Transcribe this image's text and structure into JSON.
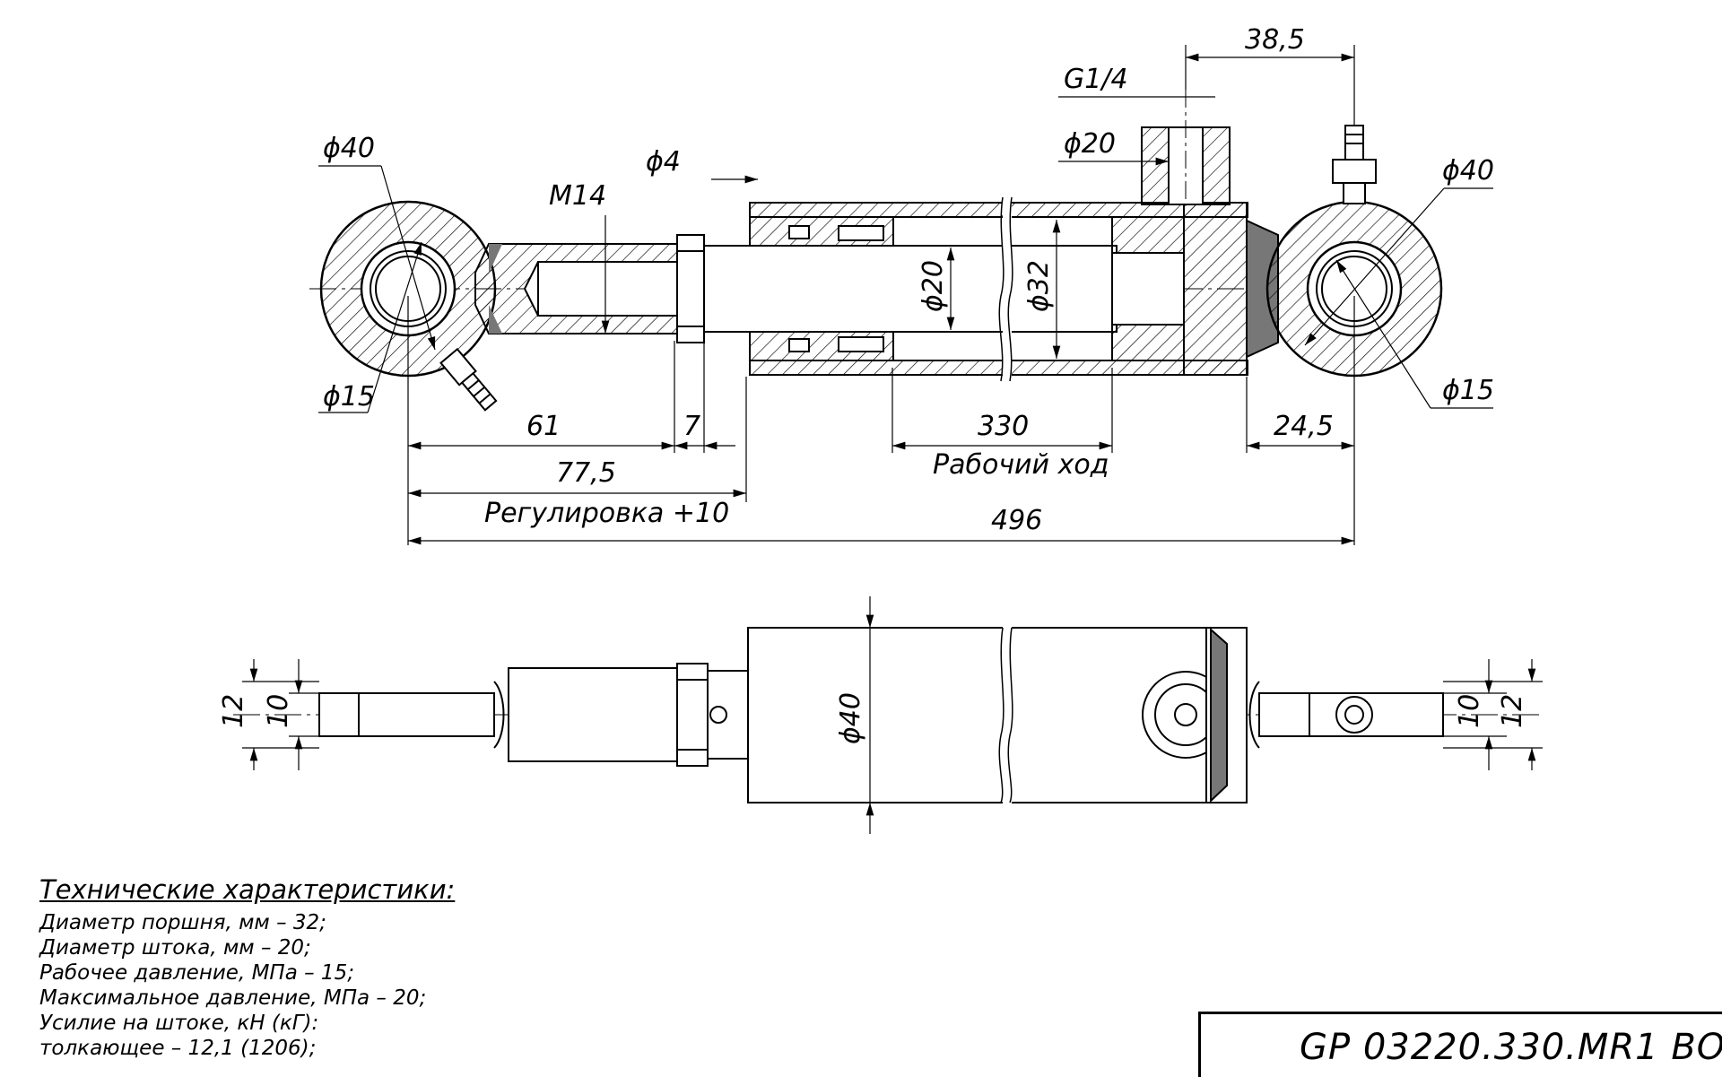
{
  "dimensions": {
    "d40_left": "ϕ40",
    "d15_left": "ϕ15",
    "m14": "M14",
    "d4": "ϕ4",
    "g14": "G1/4",
    "d20_port": "ϕ20",
    "d38_5": "38,5",
    "d40_right": "ϕ40",
    "d15_right": "ϕ15",
    "d20_rod": "ϕ20",
    "d32_bore": "ϕ32",
    "len61": "61",
    "len7": "7",
    "len330": "330",
    "len24_5": "24,5",
    "len77_5": "77,5",
    "len496": "496",
    "label_stroke": "Рабочий ход",
    "label_adjust": "Регулировка +10",
    "d40_body": "ϕ40",
    "w12_left": "12",
    "w10_left": "10",
    "w10_right": "10",
    "w12_right": "12"
  },
  "specs": {
    "title": "Технические характеристики:",
    "lines": [
      "Диаметр поршня, мм – 32;",
      "Диаметр штока, мм – 20;",
      "Рабочее давление, МПа – 15;",
      "Максимальное давление, МПа – 20;",
      "Усилие на штоке, кН (кГ):",
      " толкающее – 12,1 (1206);"
    ]
  },
  "title_block": {
    "designation": "GP 03220.330.MR1 BO"
  }
}
